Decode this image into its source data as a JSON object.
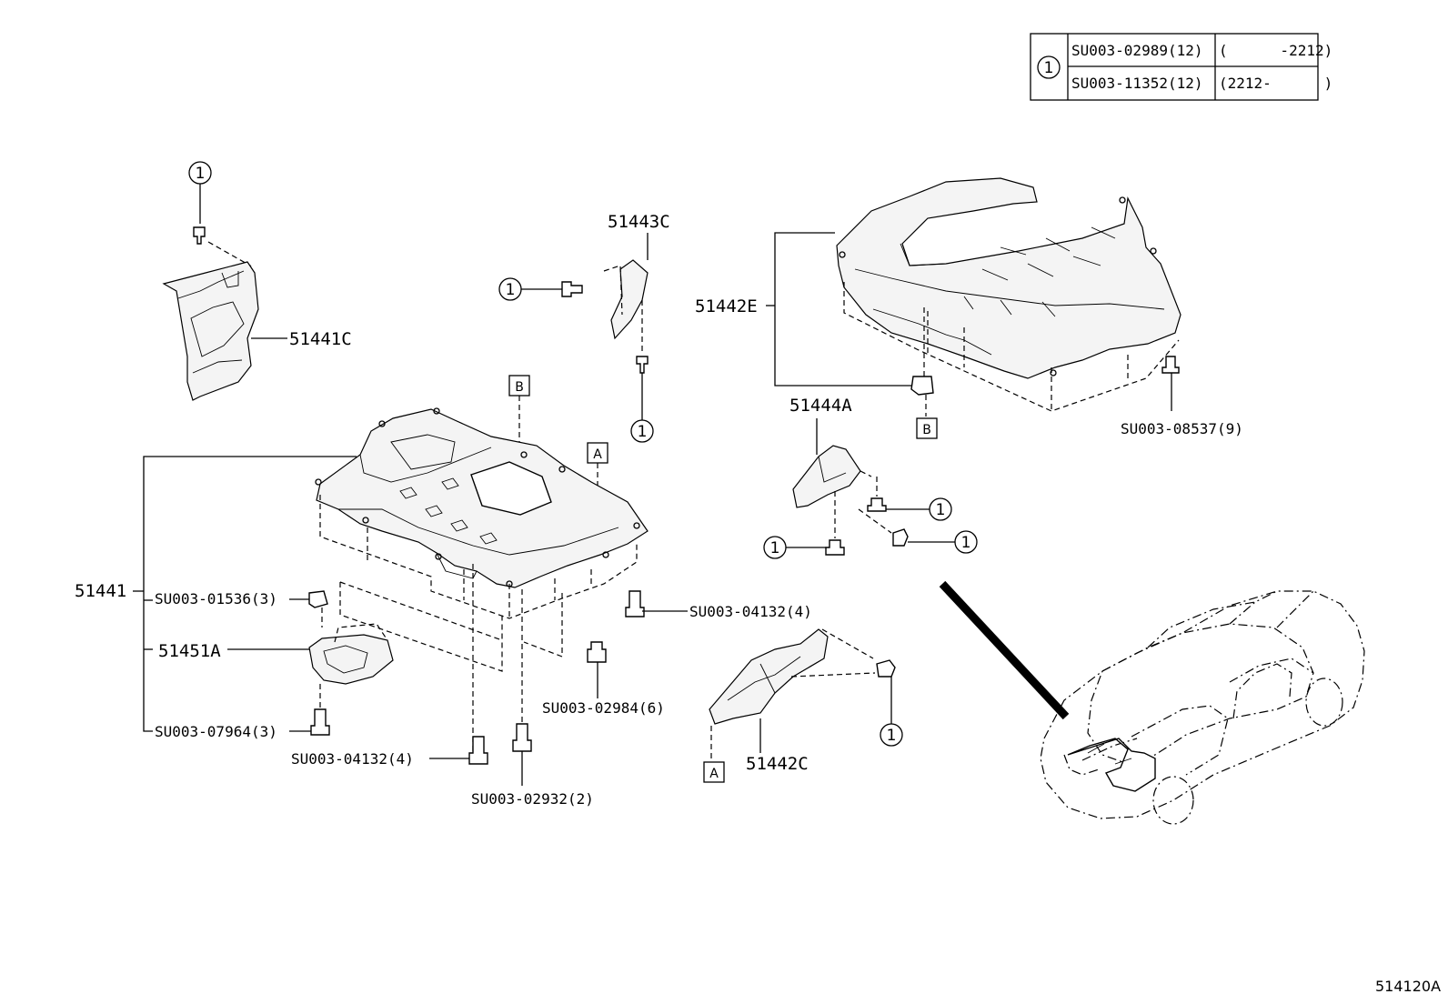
{
  "legend": {
    "symbol": "1",
    "rows": [
      {
        "part": "SU003-02989(12)",
        "range": "(      -2212)"
      },
      {
        "part": "SU003-11352(12)",
        "range": "(2212-      )"
      }
    ]
  },
  "callout_symbol": "1",
  "labels": {
    "p51441c": "51441C",
    "p51443c": "51443C",
    "p51442e": "51442E",
    "p51444a": "51444A",
    "p51441": "51441",
    "p51451a": "51451A",
    "p51442c": "51442C",
    "su_08537": "SU003-08537(9)",
    "su_01536": "SU003-01536(3)",
    "su_04132_a": "SU003-04132(4)",
    "su_04132_b": "SU003-04132(4)",
    "su_07964": "SU003-07964(3)",
    "su_02984": "SU003-02984(6)",
    "su_02932": "SU003-02932(2)"
  },
  "ref_boxes": {
    "a": "A",
    "b": "B"
  },
  "diagram_id": "514120A"
}
